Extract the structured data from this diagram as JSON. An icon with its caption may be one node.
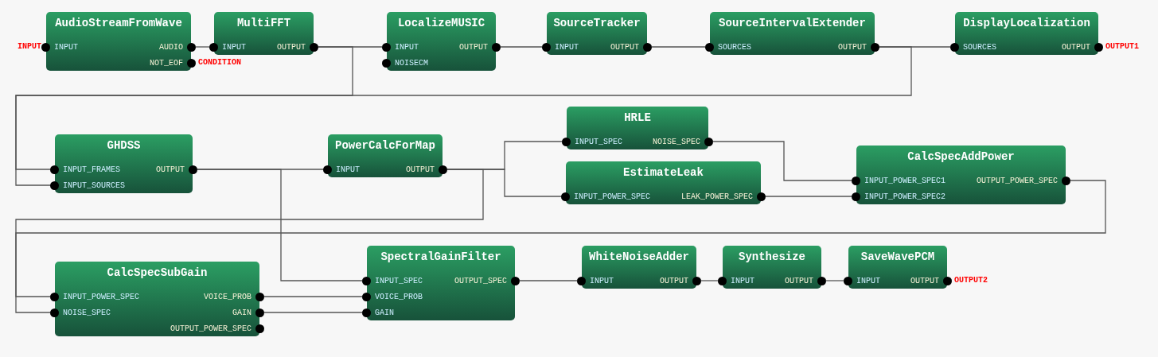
{
  "diagram": {
    "nodes": [
      {
        "text": [
          "AudioStreamFromWave"
        ]
      },
      {
        "text": [
          "INPUT"
        ],
        "in": 0,
        "beside": [
          "INPUT"
        ]
      },
      {
        "text": [
          "AUDIO"
        ],
        "in": 0
      },
      {
        "text": [
          "NOT_EOF"
        ],
        "in": 0,
        "beside": [
          "CONDITION"
        ]
      },
      {
        "text": [
          "MultiFFT"
        ]
      },
      {
        "text": [
          "INPUT"
        ],
        "in": 4
      },
      {
        "text": [
          "OUTPUT"
        ],
        "in": 4
      },
      {
        "text": [
          "LocalizeMUSIC"
        ]
      },
      {
        "text": [
          "INPUT"
        ],
        "in": 7
      },
      {
        "text": [
          "NOISECM"
        ],
        "in": 7
      },
      {
        "text": [
          "OUTPUT"
        ],
        "in": 7
      },
      {
        "text": [
          "SourceTracker"
        ]
      },
      {
        "text": [
          "INPUT"
        ],
        "in": 11
      },
      {
        "text": [
          "OUTPUT"
        ],
        "in": 11
      },
      {
        "text": [
          "SourceIntervalExtender"
        ]
      },
      {
        "text": [
          "SOURCES"
        ],
        "in": 14
      },
      {
        "text": [
          "OUTPUT"
        ],
        "in": 14
      },
      {
        "text": [
          "DisplayLocalization"
        ]
      },
      {
        "text": [
          "SOURCES"
        ],
        "in": 17
      },
      {
        "text": [
          "OUTPUT"
        ],
        "in": 17,
        "beside": [
          "OUTPUT1"
        ]
      },
      {
        "text": [
          "GHDSS"
        ]
      },
      {
        "text": [
          "INPUT_FRAMES"
        ],
        "in": 20
      },
      {
        "text": [
          "INPUT_SOURCES"
        ],
        "in": 20
      },
      {
        "text": [
          "OUTPUT"
        ],
        "in": 20
      },
      {
        "text": [
          "PowerCalcForMap"
        ]
      },
      {
        "text": [
          "INPUT"
        ],
        "in": 24
      },
      {
        "text": [
          "OUTPUT"
        ],
        "in": 24
      },
      {
        "text": [
          "HRLE"
        ]
      },
      {
        "text": [
          "INPUT_SPEC"
        ],
        "in": 27
      },
      {
        "text": [
          "NOISE_SPEC"
        ],
        "in": 27
      },
      {
        "text": [
          "EstimateLeak"
        ]
      },
      {
        "text": [
          "INPUT_POWER_SPEC"
        ],
        "in": 30
      },
      {
        "text": [
          "LEAK_POWER_SPEC"
        ],
        "in": 30
      },
      {
        "text": [
          "CalcSpecAddPower"
        ]
      },
      {
        "text": [
          "INPUT_POWER_SPEC1"
        ],
        "in": 33
      },
      {
        "text": [
          "INPUT_POWER_SPEC2"
        ],
        "in": 33
      },
      {
        "text": [
          "OUTPUT_POWER_SPEC"
        ],
        "in": 33
      },
      {
        "text": [
          "CalcSpecSubGain"
        ]
      },
      {
        "text": [
          "INPUT_POWER_SPEC"
        ],
        "in": 37
      },
      {
        "text": [
          "NOISE_SPEC"
        ],
        "in": 37
      },
      {
        "text": [
          "VOICE_PROB"
        ],
        "in": 37
      },
      {
        "text": [
          "GAIN"
        ],
        "in": 37
      },
      {
        "text": [
          "OUTPUT_POWER_SPEC"
        ],
        "in": 37
      },
      {
        "text": [
          "SpectralGainFilter"
        ]
      },
      {
        "text": [
          "INPUT_SPEC"
        ],
        "in": 43
      },
      {
        "text": [
          "VOICE_PROB"
        ],
        "in": 43
      },
      {
        "text": [
          "GAIN"
        ],
        "in": 43
      },
      {
        "text": [
          "OUTPUT_SPEC"
        ],
        "in": 43
      },
      {
        "text": [
          "WhiteNoiseAdder"
        ]
      },
      {
        "text": [
          "INPUT"
        ],
        "in": 48
      },
      {
        "text": [
          "OUTPUT"
        ],
        "in": 48
      },
      {
        "text": [
          "Synthesize"
        ]
      },
      {
        "text": [
          "INPUT"
        ],
        "in": 51
      },
      {
        "text": [
          "OUTPUT"
        ],
        "in": 51
      },
      {
        "text": [
          "SaveWavePCM"
        ]
      },
      {
        "text": [
          "INPUT"
        ],
        "in": 54
      },
      {
        "text": [
          "OUTPUT"
        ],
        "in": 54,
        "beside": [
          "OUTPUT2"
        ]
      }
    ],
    "edges": [
      {
        "from": 2,
        "to": 5,
        "arrow": "none"
      },
      {
        "from": 6,
        "to": 8,
        "arrow": "none"
      },
      {
        "from": 6,
        "to": 21,
        "arrow": "none"
      },
      {
        "from": 10,
        "to": 12,
        "arrow": "none"
      },
      {
        "from": 13,
        "to": 15,
        "arrow": "none"
      },
      {
        "from": 16,
        "to": 18,
        "arrow": "none"
      },
      {
        "from": 16,
        "to": 22,
        "arrow": "none"
      },
      {
        "from": 23,
        "to": 25,
        "arrow": "none"
      },
      {
        "from": 23,
        "to": 44,
        "arrow": "none"
      },
      {
        "from": 26,
        "to": 28,
        "arrow": "none"
      },
      {
        "from": 26,
        "to": 31,
        "arrow": "none"
      },
      {
        "from": 26,
        "to": 38,
        "arrow": "none"
      },
      {
        "from": 29,
        "to": 34,
        "arrow": "none"
      },
      {
        "from": 32,
        "to": 35,
        "arrow": "none"
      },
      {
        "from": 36,
        "to": 39,
        "arrow": "none"
      },
      {
        "from": 40,
        "to": 45,
        "arrow": "none"
      },
      {
        "from": 41,
        "to": 46,
        "arrow": "none"
      },
      {
        "from": 47,
        "to": 49,
        "arrow": "none"
      },
      {
        "from": 50,
        "to": 52,
        "arrow": "none"
      },
      {
        "from": 53,
        "to": 55,
        "arrow": "none"
      }
    ]
  }
}
